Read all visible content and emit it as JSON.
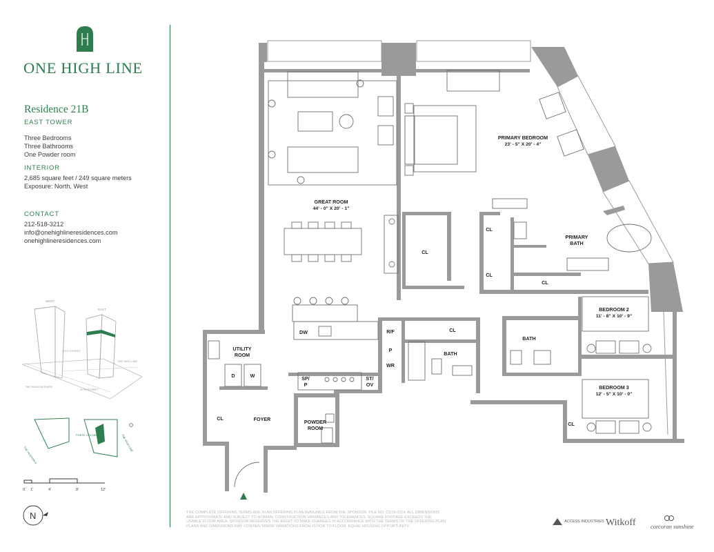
{
  "brand": {
    "name": "ONE HIGH LINE",
    "residence": "Residence 21B",
    "tower": "EAST TOWER"
  },
  "summary": [
    "Three Bedrooms",
    "Three Bathrooms",
    "One Powder room"
  ],
  "interior": {
    "heading": "INTERIOR",
    "lines": [
      "2,685 square feet / 249 square meters",
      "Exposure: North, West"
    ]
  },
  "contact": {
    "heading": "CONTACT",
    "lines": [
      "212-518-3212",
      "info@onehighlineresidences.com",
      "onehighlineresidences.com"
    ]
  },
  "key_plan": {
    "west": "WEST",
    "east": "EAST",
    "tenth_street": "10TH STREET",
    "high_line": "THE HIGH LINE",
    "hudson_river": "THE HUDSON RIVER",
    "eleventh_street": "11TH STREET"
  },
  "site_plan": {
    "hudson_river": "THE HUDSON RIVER",
    "porte_cochere": "PORTE COCHERE",
    "high_line": "THE HIGH LINE"
  },
  "scale": [
    "0'",
    "1'",
    "4'",
    "8'",
    "12'"
  ],
  "compass": "N",
  "rooms": {
    "great_room": {
      "name": "GREAT ROOM",
      "dims": "44' - 0\" X 20' - 1\""
    },
    "primary_bedroom": {
      "name": "PRIMARY BEDROOM",
      "dims": "23' - 5\" X 20' - 4\""
    },
    "primary_bath": {
      "name1": "PRIMARY",
      "name2": "BATH"
    },
    "bedroom2": {
      "name": "BEDROOM 2",
      "dims": "11' - 8\" X 10' - 9\""
    },
    "bedroom3": {
      "name": "BEDROOM 3",
      "dims": "12' - 5\" X 10' - 0\""
    },
    "bath": "BATH",
    "cl": "CL",
    "utility_room": {
      "name1": "UTILITY",
      "name2": "ROOM"
    },
    "d": "D",
    "w": "W",
    "dw": "DW",
    "rf": "R/F",
    "p": "P",
    "wr": "WR",
    "sp": "SP/",
    "sp2": "P",
    "st": "ST/",
    "st2": "OV",
    "foyer": "FOYER",
    "powder": {
      "name1": "POWDER",
      "name2": "ROOM"
    }
  },
  "disclaimer": "The complete offering terms are in an offering plan available from the sponsor. File No. CD18-0114. All dimensions are approximate and subject to normal construction variances and tolerances. Square footage exceeds the usable floor area. Sponsor reserves the right to make changes in accordance with the terms of the offering plan. Plans and dimensions may contain minor variations from floor to floor. Equal housing opportunity.",
  "credits": {
    "developer1": "Access Industries",
    "developer2": "Witkoff",
    "broker": "corcoran sunshine"
  },
  "colors": {
    "accent": "#2e7d4f",
    "wall": "#9a9a9a",
    "furniture": "#6f6f6f"
  }
}
